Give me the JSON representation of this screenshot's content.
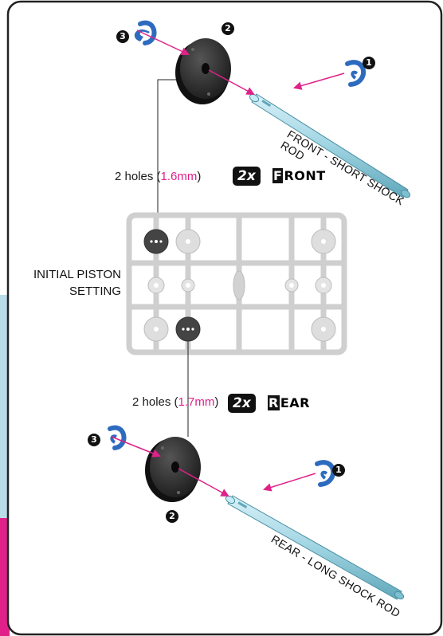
{
  "front": {
    "holes_prefix": "2 holes (",
    "holes_value": "1.6mm",
    "holes_suffix": ")",
    "multiplier": "2x",
    "word_first": "F",
    "word_rest": "RONT",
    "rod_label": "FRONT - SHORT SHOCK ROD"
  },
  "rear": {
    "holes_prefix": "2 holes (",
    "holes_value": "1.7mm",
    "holes_suffix": ")",
    "multiplier": "2x",
    "word_first": "R",
    "word_rest": "EAR",
    "rod_label": "REAR - LONG SHOCK ROD"
  },
  "piston_setting": {
    "line1": "INITIAL PISTON",
    "line2": "SETTING"
  },
  "step_numbers": {
    "one": "1",
    "two": "2",
    "three": "3"
  },
  "colors": {
    "accent_magenta": "#e0218a",
    "rod_blue": "#9fd4e2",
    "sprue_gray": "#d6d6d6",
    "left_bar_blue": "#b9dce9",
    "left_bar_magenta": "#e0218a"
  }
}
